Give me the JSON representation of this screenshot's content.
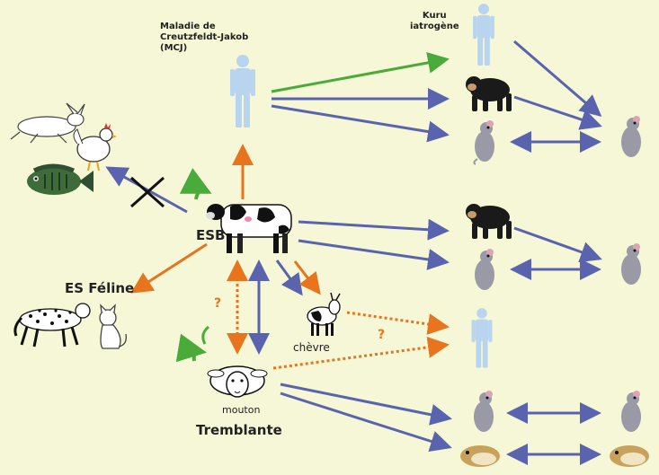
{
  "labels": {
    "mcj_line1": "Maladie de",
    "mcj_line2": "Creutzfeldt-Jakob",
    "mcj_line3": "(MCJ)",
    "kuru_line1": "Kuru",
    "kuru_line2": "iatrogène",
    "esb": "ESB",
    "es_feline": "ES Féline",
    "chevre": "chèvre",
    "mouton": "mouton",
    "tremblante": "Tremblante",
    "question_mark": "?"
  },
  "colors": {
    "background": "#f6f7d6",
    "blue_arrow": "#5a63ad",
    "green_arrow": "#4aaa3a",
    "orange_arrow": "#e8741e",
    "human_silhouette": "#b8d4ef",
    "cross": "#111111"
  },
  "icons": [
    "human-silhouette-icon",
    "chimpanzee-icon",
    "mouse-icon",
    "hamster-icon",
    "cow-icon",
    "sheep-icon",
    "goat-icon",
    "rabbit-icon",
    "chicken-icon",
    "fish-icon",
    "cheetah-icon",
    "cat-icon",
    "circular-arrow-icon",
    "cross-icon"
  ]
}
